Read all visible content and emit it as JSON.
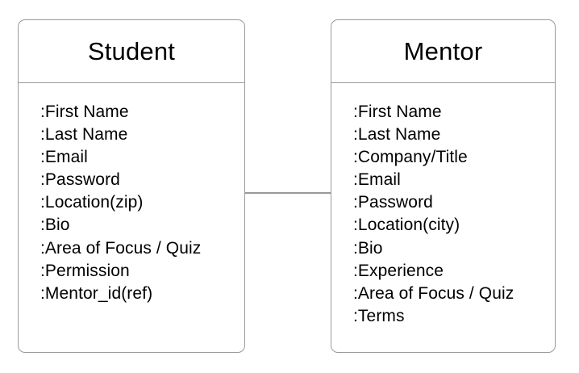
{
  "diagram": {
    "type": "uml-class-diagram",
    "background_color": "#ffffff",
    "border_color": "#9a9a9a",
    "text_color": "#000000",
    "connector": {
      "name": "student-mentor-association",
      "style": "plain-line",
      "from": "Student",
      "to": "Mentor",
      "label": ""
    }
  },
  "entities": [
    {
      "name": "Student",
      "title": "Student",
      "attributes": [
        ":First Name",
        ":Last Name",
        ":Email",
        ":Password",
        ":Location(zip)",
        ":Bio",
        ":Area of Focus / Quiz",
        ":Permission",
        ":Mentor_id(ref)"
      ]
    },
    {
      "name": "Mentor",
      "title": "Mentor",
      "attributes": [
        ":First Name",
        ":Last Name",
        ":Company/Title",
        ":Email",
        ":Password",
        ":Location(city)",
        ":Bio",
        ":Experience",
        ":Area of Focus / Quiz",
        ":Terms"
      ]
    }
  ]
}
